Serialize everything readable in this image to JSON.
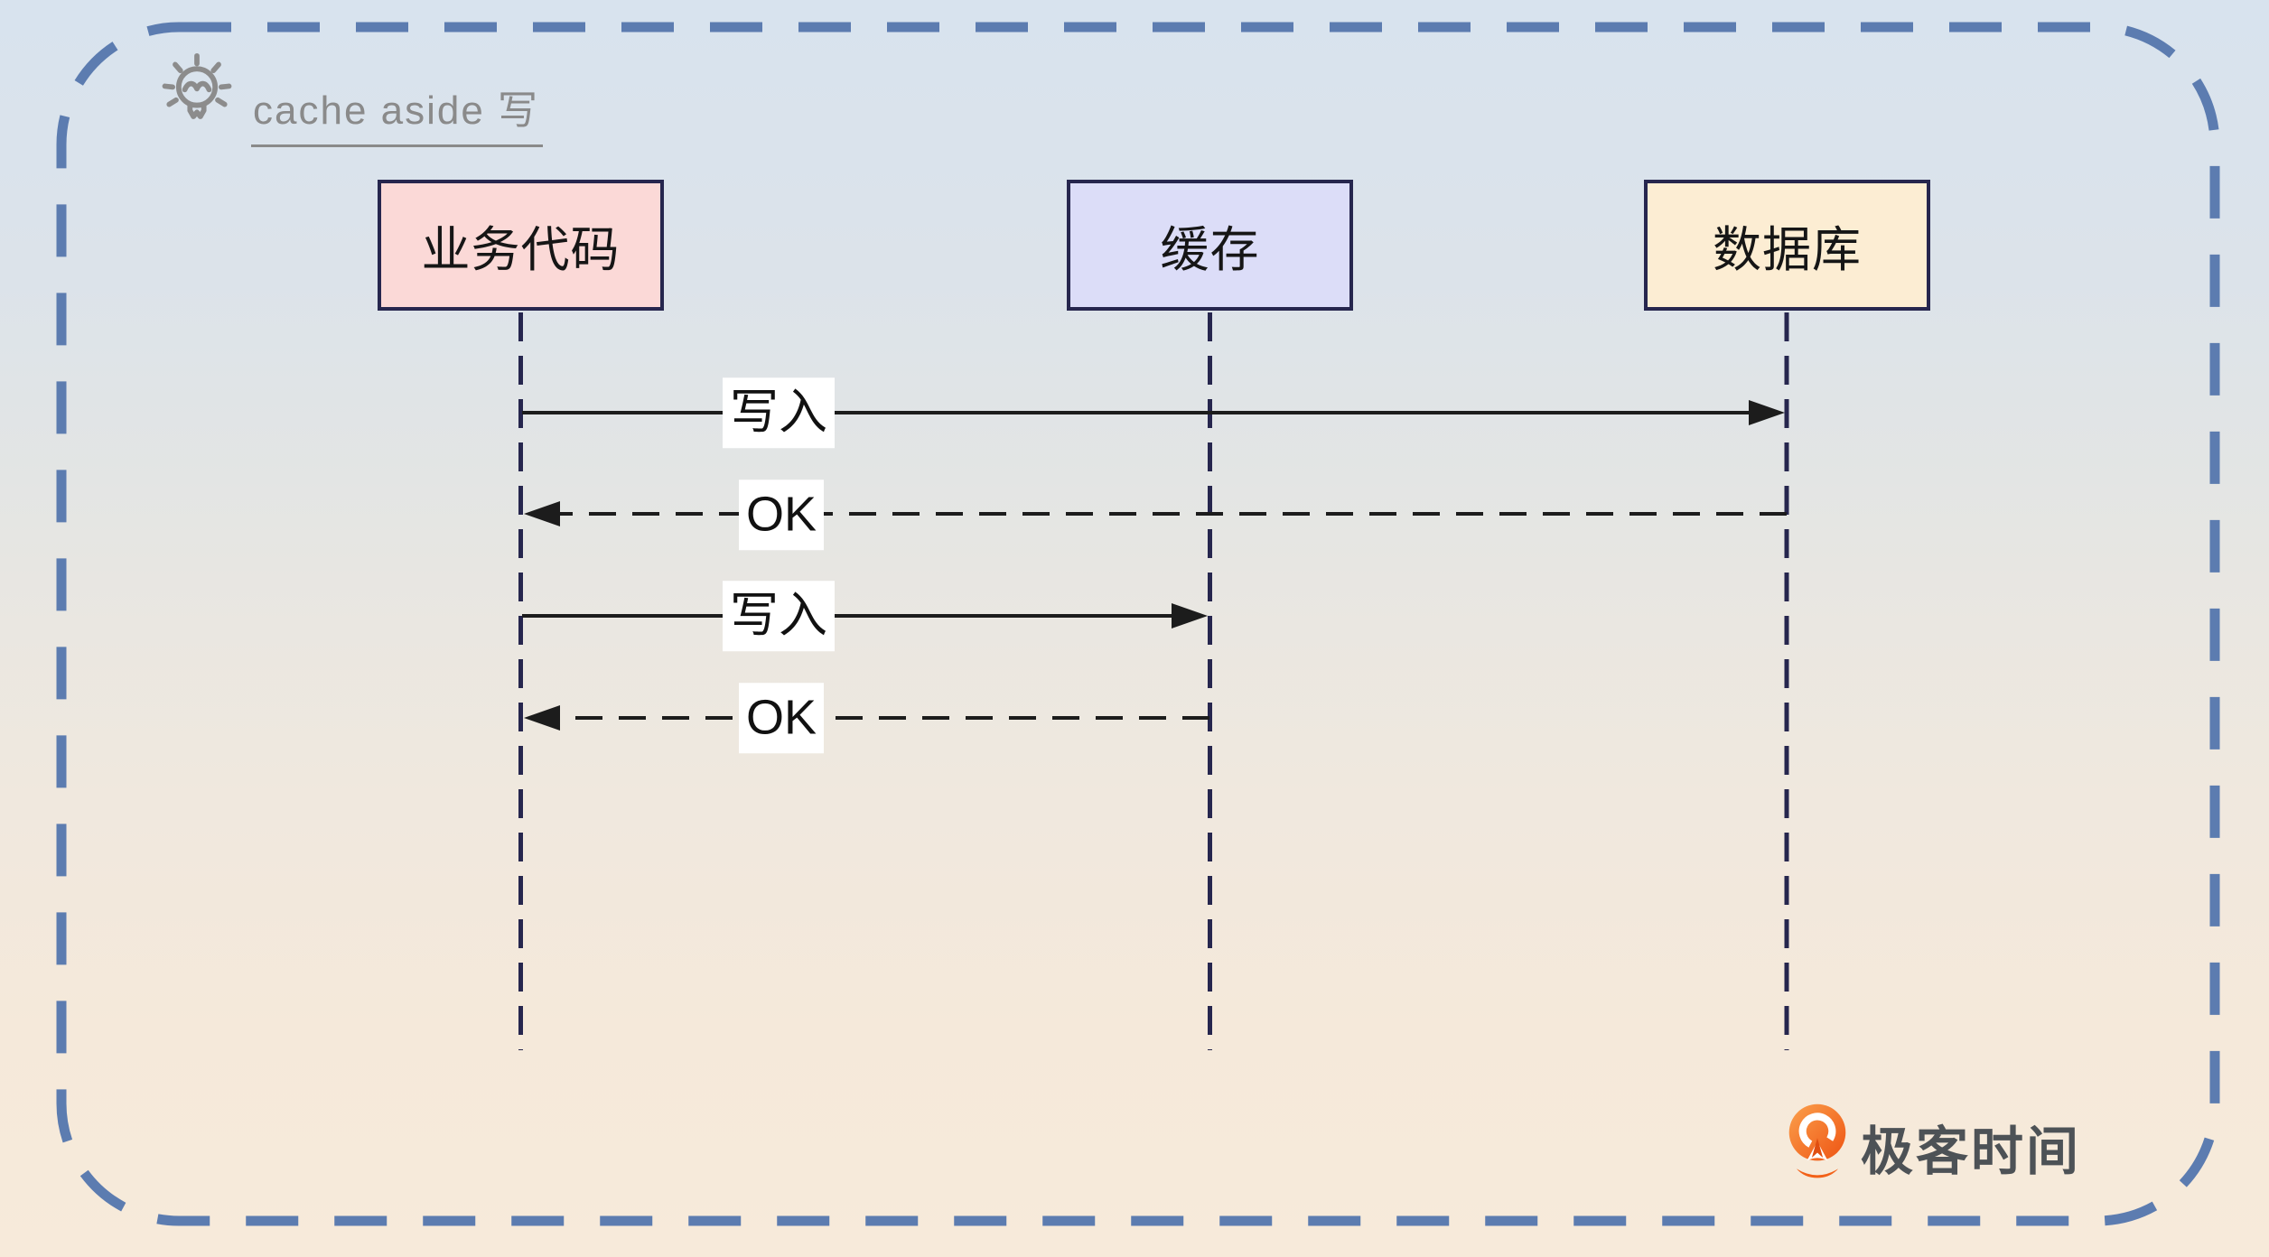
{
  "diagram": {
    "type": "sequence",
    "title": "cache aside 写",
    "title_icon": "lightbulb-icon",
    "participants": [
      {
        "id": "business",
        "label": "业务代码",
        "fill": "#FBD9D7"
      },
      {
        "id": "cache",
        "label": "缓存",
        "fill": "#DCDDF8"
      },
      {
        "id": "database",
        "label": "数据库",
        "fill": "#FCEDD3"
      }
    ],
    "messages": [
      {
        "from": "业务代码",
        "to": "数据库",
        "label": "写入",
        "line": "solid"
      },
      {
        "from": "数据库",
        "to": "业务代码",
        "label": "OK",
        "line": "dashed"
      },
      {
        "from": "业务代码",
        "to": "缓存",
        "label": "写入",
        "line": "solid"
      },
      {
        "from": "缓存",
        "to": "业务代码",
        "label": "OK",
        "line": "dashed"
      }
    ]
  },
  "brand": {
    "name": "极客时间",
    "icon": "geektime-logo-icon"
  },
  "colors": {
    "outer_border_dash": "#5C7CB0",
    "lifeline": "#26264E",
    "participant_border": "#26264E",
    "message_line": "#1C1C1C",
    "message_label_background": "#FFFFFF",
    "title_gray": "#8A8A8A",
    "brand_orange_light": "#FBA04C",
    "brand_orange_dark": "#EE5312",
    "brand_text": "#4D5256",
    "background_top": "#D8E3EE",
    "background_bottom": "#F7EADA",
    "participant_fills": [
      "#FBD9D7",
      "#DCDDF8",
      "#FCEDD3"
    ]
  }
}
